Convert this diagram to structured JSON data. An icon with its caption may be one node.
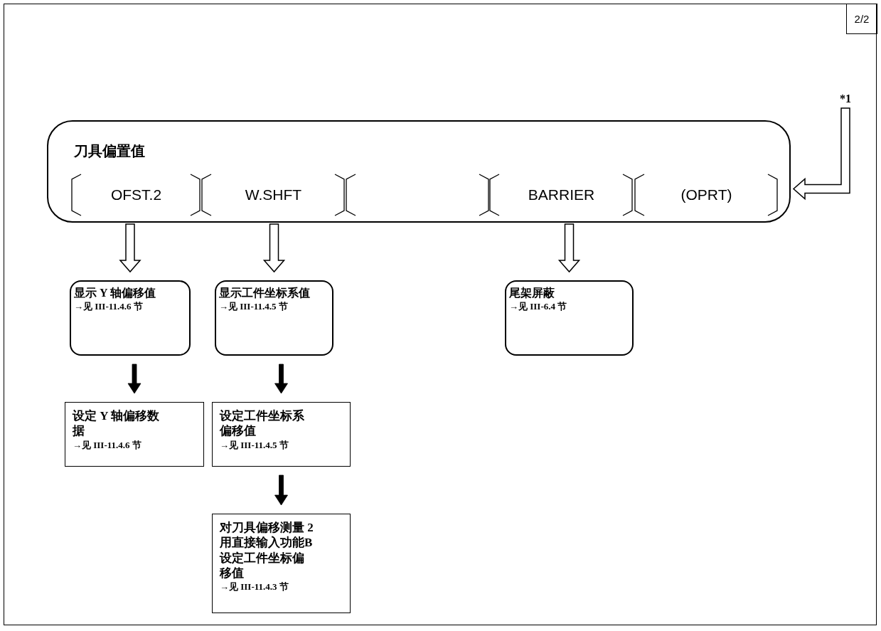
{
  "diagram": {
    "nodes": [
      {
        "text": [
          "刀具偏置值"
        ]
      },
      {
        "text": [
          "OFST.2"
        ],
        "in": 0
      },
      {
        "text": [
          "W.SHFT"
        ],
        "in": 0
      },
      {
        "text": [],
        "shape": "box",
        "in": 0
      },
      {
        "text": [
          "BARRIER"
        ],
        "in": 0
      },
      {
        "text": [
          "(OPRT)"
        ],
        "in": 0
      },
      {
        "text": [
          "显示 Y 轴偏移值",
          "→见 III-11.4.6 节"
        ]
      },
      {
        "text": [
          "显示工件坐标系值",
          "→见 III-11.4.5 节"
        ]
      },
      {
        "text": [
          "尾架屏蔽",
          "→见 III-6.4 节"
        ]
      },
      {
        "text": [
          "设定 Y 轴偏移数据",
          "→见 III-11.4.6 节"
        ]
      },
      {
        "text": [
          "设定工件坐标系偏移值",
          "→见 III-11.4.5 节"
        ]
      },
      {
        "text": [
          "对刀具偏移测量 2用直接输入功能B 设定工件坐标偏移值",
          "→见 III-11.4.3 节"
        ]
      },
      {
        "text": [
          "*1"
        ]
      }
    ],
    "edges": [
      {
        "from": 1,
        "to": 6,
        "arrow": "to"
      },
      {
        "from": 2,
        "to": 7,
        "arrow": "to"
      },
      {
        "from": 4,
        "to": 8,
        "arrow": "to"
      },
      {
        "from": 6,
        "to": 9,
        "arrow": "to",
        "style": "thick"
      },
      {
        "from": 7,
        "to": 10,
        "arrow": "to",
        "style": "thick"
      },
      {
        "from": 10,
        "to": 11,
        "arrow": "to",
        "style": "thick"
      },
      {
        "from": 12,
        "to": 0,
        "arrow": "to"
      }
    ],
    "labels": [
      "2/2"
    ]
  }
}
